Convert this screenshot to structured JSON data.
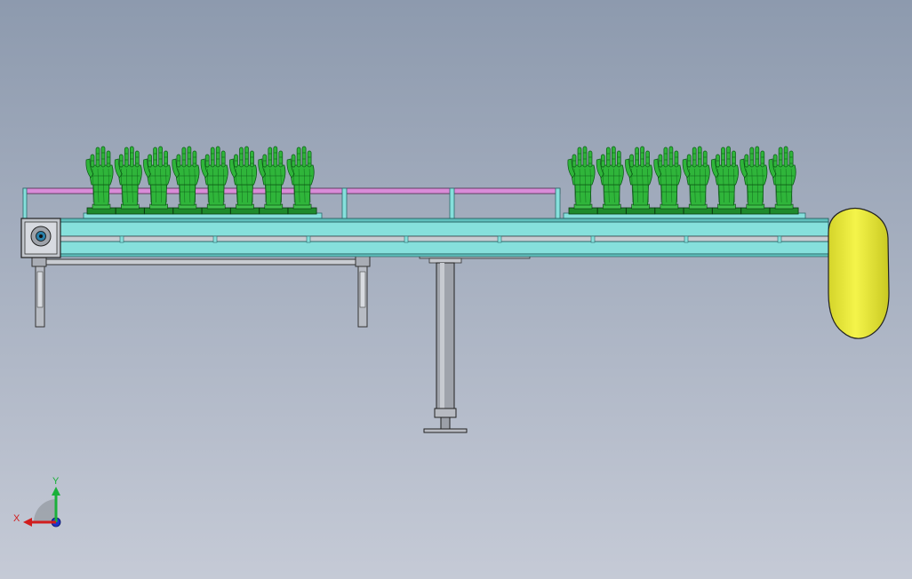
{
  "triad": {
    "x_label": "X",
    "y_label": "Y"
  },
  "colors": {
    "bg_top": "#8d9aae",
    "bg_bottom": "#c5cad6",
    "frame": "#86e0dc",
    "frame_edge": "#2a6a6a",
    "rail": "#d98cd8",
    "hand": "#2fb53a",
    "hand_dark": "#0c5a16",
    "base": "#1f8a2c",
    "pad": "#e8e83a",
    "steel": "#9a9ea6",
    "x_axis": "#d11d1d",
    "y_axis": "#1ab03a",
    "z_axis": "#1e33c9"
  },
  "icons": [
    "motor-icon",
    "coordinate-triad-icon"
  ],
  "hands": {
    "left_group": 8,
    "right_group": 8
  }
}
